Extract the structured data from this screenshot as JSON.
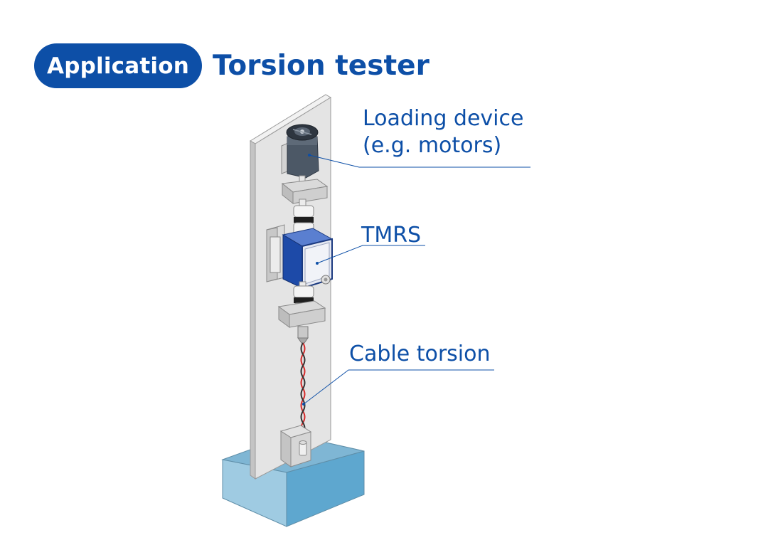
{
  "header": {
    "badge": "Application",
    "title": "Torsion tester"
  },
  "callouts": {
    "loading_device": [
      "Loading device",
      "(e.g. motors)"
    ],
    "tmrs": "TMRS",
    "cable_torsion": "Cable torsion"
  },
  "colors": {
    "accent": "#0d4fa7",
    "base_block": "#8fc3dd",
    "panel": "#e3e3e3",
    "sensor_blue": "#1d4aa8",
    "motor": "#4c5866",
    "cable_red": "#d42b2b"
  }
}
